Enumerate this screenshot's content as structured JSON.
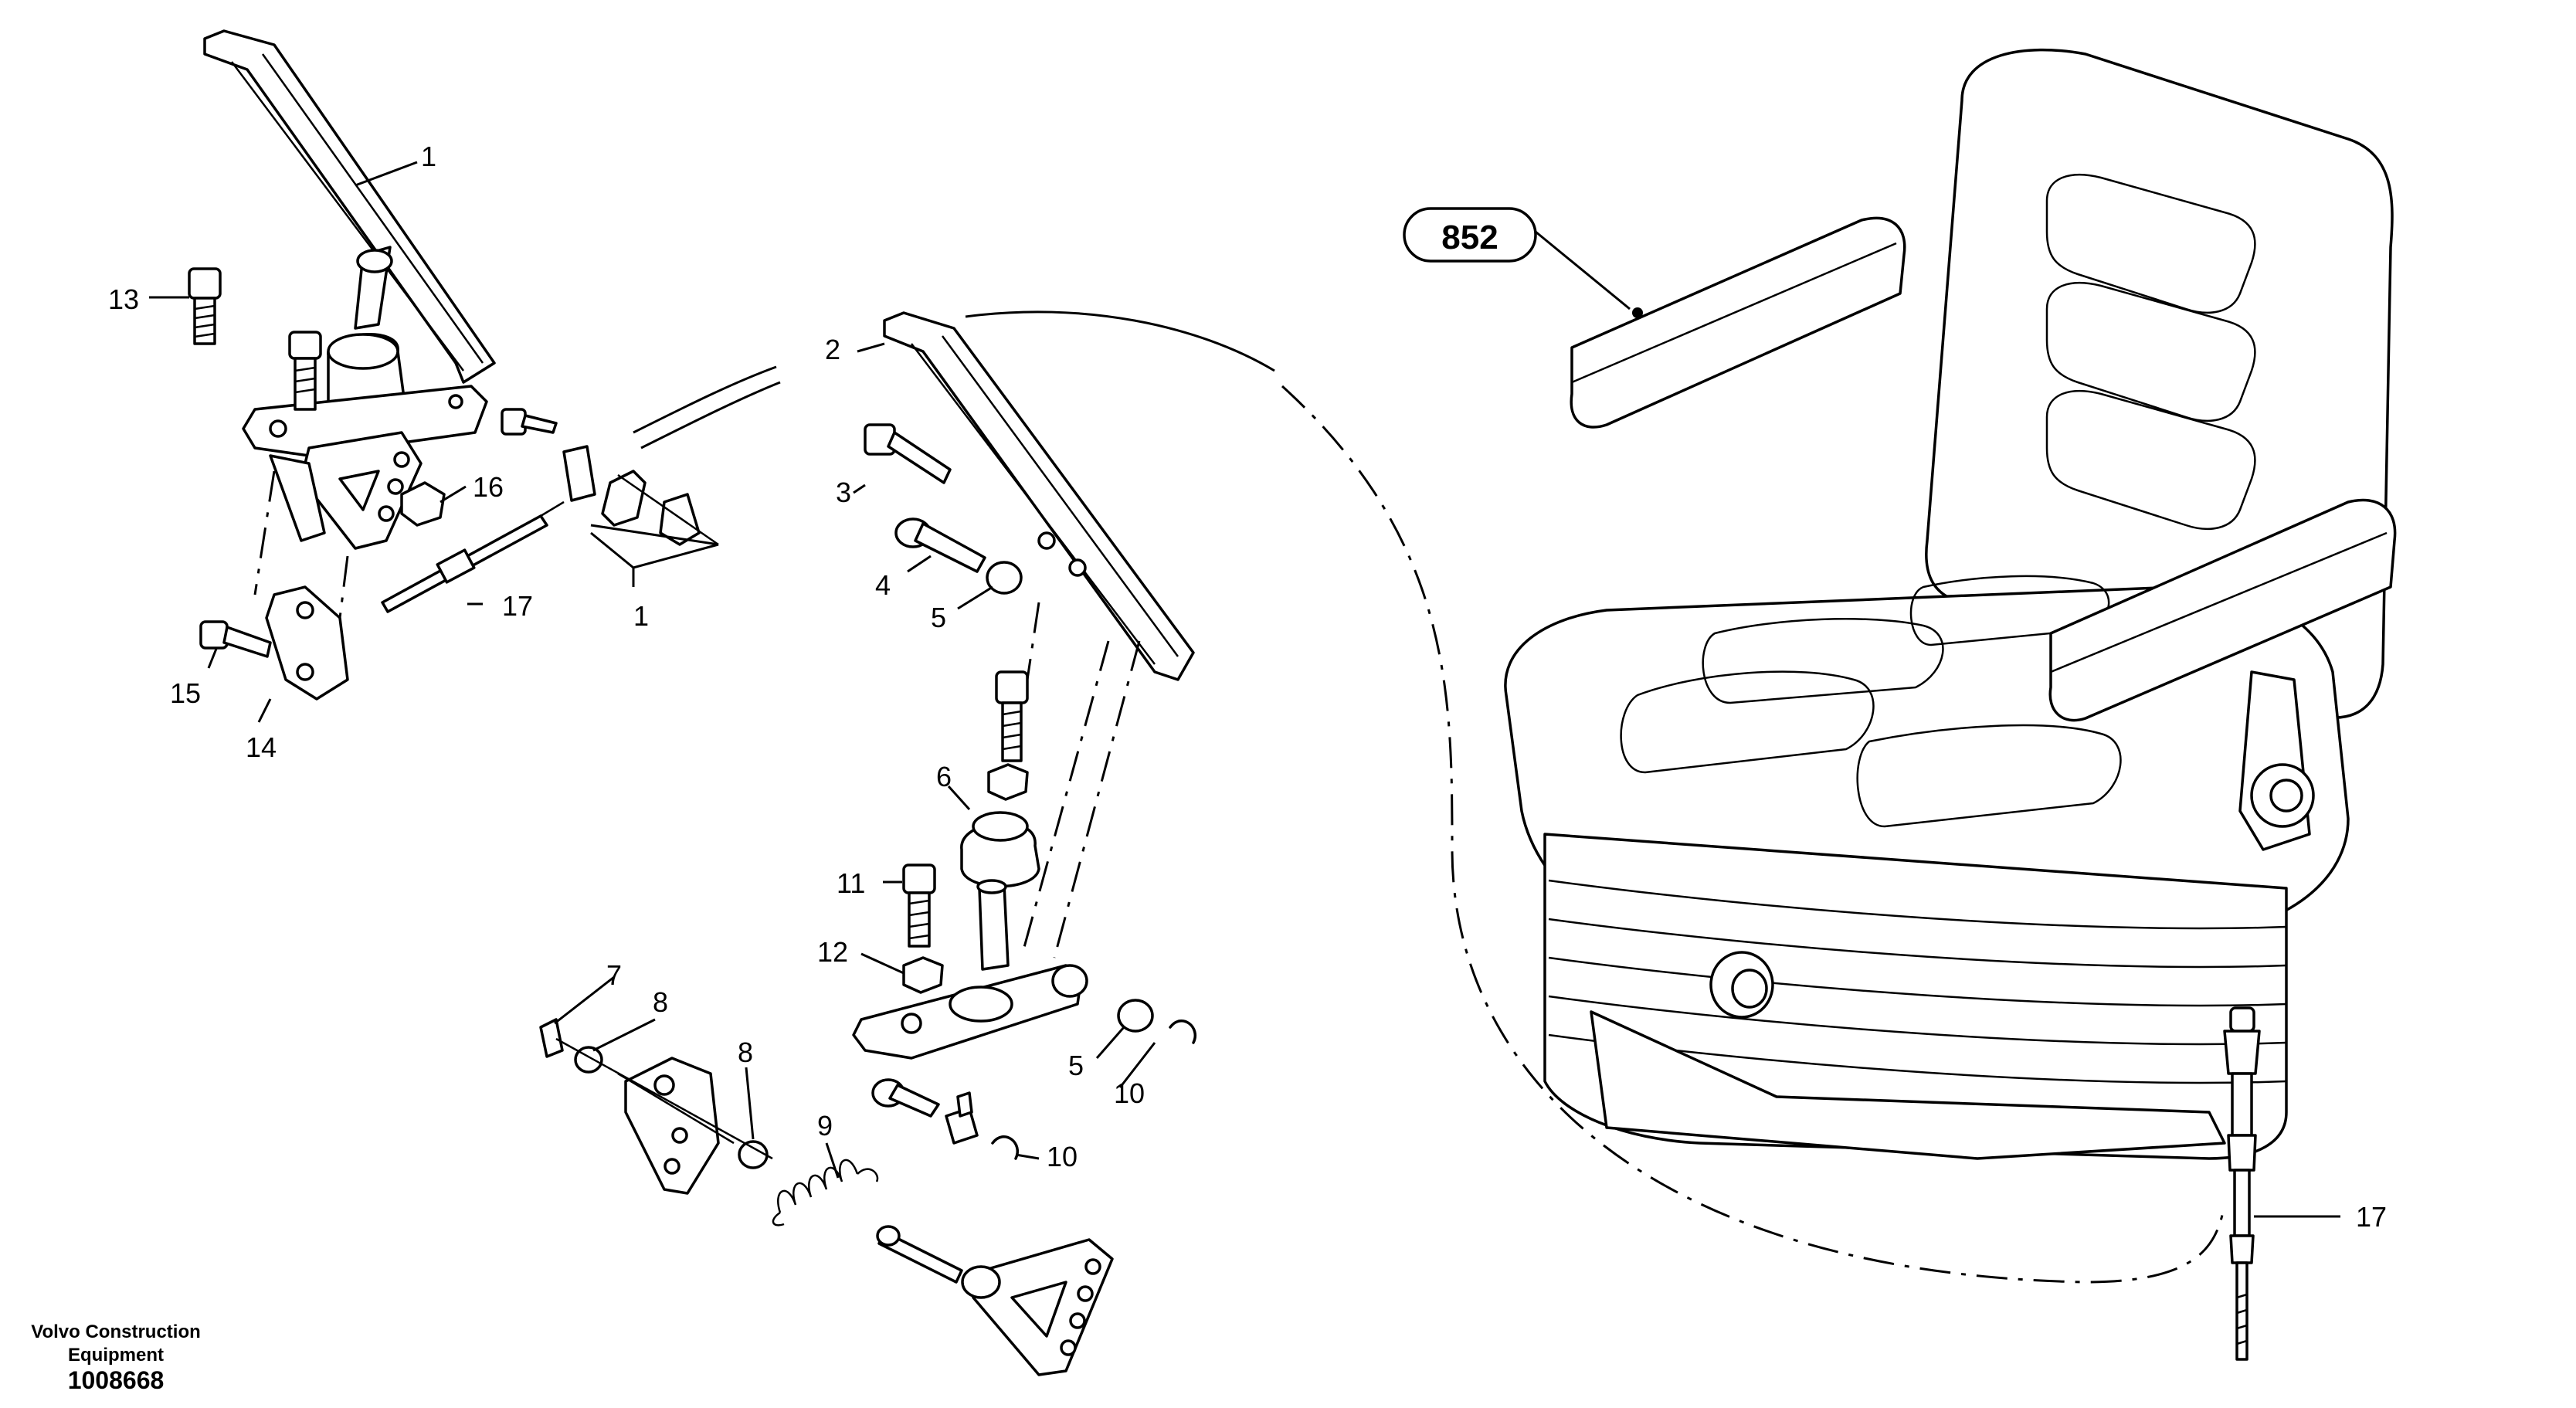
{
  "labels": {
    "l1a": "1",
    "l13": "13",
    "l16": "16",
    "l17a": "17",
    "l1b": "1",
    "l15": "15",
    "l14": "14",
    "l2": "2",
    "l3": "3",
    "l4": "4",
    "l5a": "5",
    "l6": "6",
    "l11": "11",
    "l12": "12",
    "l5b": "5",
    "l10a": "10",
    "l10b": "10",
    "l7": "7",
    "l8a": "8",
    "l8b": "8",
    "l9": "9",
    "l17b": "17"
  },
  "reference_callout": "852",
  "footer": {
    "company_line1": "Volvo Construction",
    "company_line2": "Equipment",
    "drawing_number": "1008668"
  }
}
